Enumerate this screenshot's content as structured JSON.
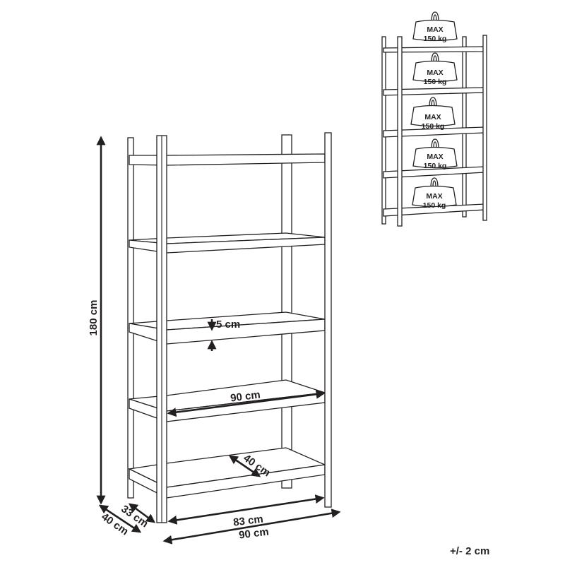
{
  "diagram": {
    "type": "product-dimension-drawing",
    "subject": "5-tier shelving unit",
    "dimensions": {
      "height": "180 cm",
      "shelf_thickness": "5 cm",
      "shelf_width": "90 cm",
      "shelf_depth": "40 cm",
      "inner_width": "83 cm",
      "outer_width": "90 cm",
      "inner_depth": "33 cm",
      "outer_depth": "40 cm"
    },
    "tolerance": "+/- 2 cm",
    "load_inset": {
      "shelf_count": 5,
      "weights": [
        {
          "line1": "MAX",
          "line2": "150 kg"
        },
        {
          "line1": "MAX",
          "line2": "150 kg"
        },
        {
          "line1": "MAX",
          "line2": "150 kg"
        },
        {
          "line1": "MAX",
          "line2": "150 kg"
        },
        {
          "line1": "MAX",
          "line2": "150 kg"
        }
      ]
    },
    "colors": {
      "line": "#231f20",
      "background": "#ffffff"
    }
  }
}
